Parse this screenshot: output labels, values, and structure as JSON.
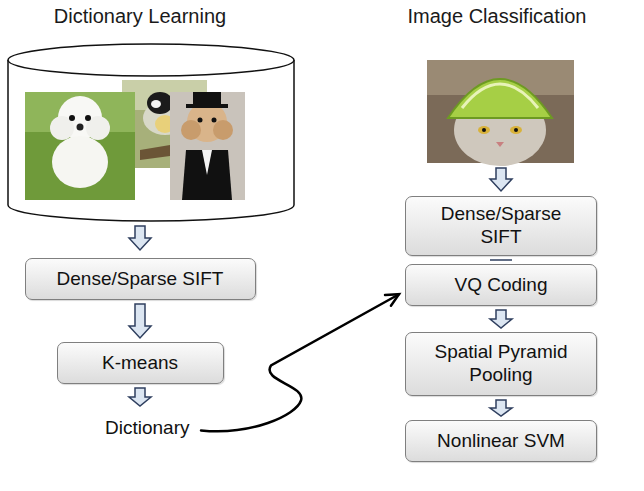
{
  "diagram": {
    "nodes": [
      {
        "text": [
          "Dense/Sparse SIFT"
        ]
      },
      {
        "text": [
          "K-means"
        ]
      },
      {
        "text": [
          "Dictionary"
        ]
      },
      {
        "text": [
          "Dense/Sparse SIFT"
        ]
      },
      {
        "text": [
          "VQ Coding"
        ]
      },
      {
        "text": [
          "Spatial Pyramid Pooling"
        ]
      },
      {
        "text": [
          "Nonlinear SVM"
        ]
      }
    ],
    "edges": [
      {
        "from": 0,
        "to": 1,
        "arrow": "to"
      },
      {
        "from": 1,
        "to": 2,
        "arrow": "to"
      },
      {
        "from": 2,
        "to": 4,
        "arrow": "to"
      },
      {
        "from": 3,
        "to": 4,
        "arrow": "to"
      },
      {
        "from": 4,
        "to": 5,
        "arrow": "to"
      },
      {
        "from": 5,
        "to": 6,
        "arrow": "to"
      }
    ],
    "labels": [
      "Dictionary Learning",
      "Image Classification"
    ]
  }
}
